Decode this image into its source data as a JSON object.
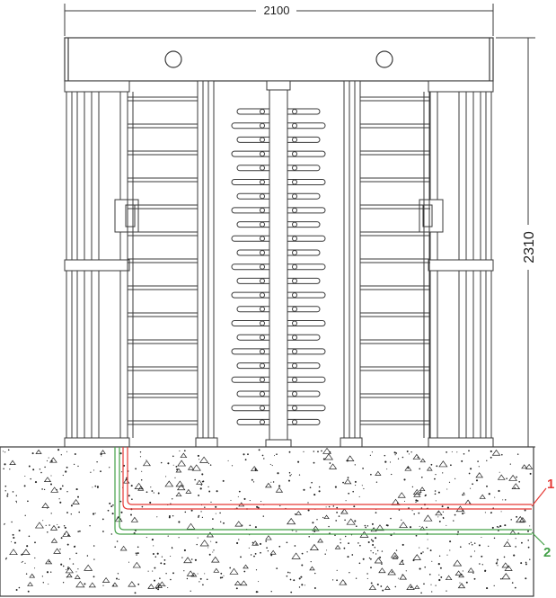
{
  "dimensions": {
    "width": "2100",
    "height": "2310"
  },
  "callouts": [
    {
      "label": "1",
      "color": "#e53935"
    },
    {
      "label": "2",
      "color": "#43a047"
    }
  ],
  "colors": {
    "line": "#3a3a3a",
    "concrete_dots": "#222222",
    "cable_1": "#e53935",
    "cable_2": "#43a047"
  },
  "components": {
    "top_beam": "top-beam",
    "posts": "side-posts",
    "rotor": "central-rotor",
    "foundation": "concrete-foundation"
  }
}
